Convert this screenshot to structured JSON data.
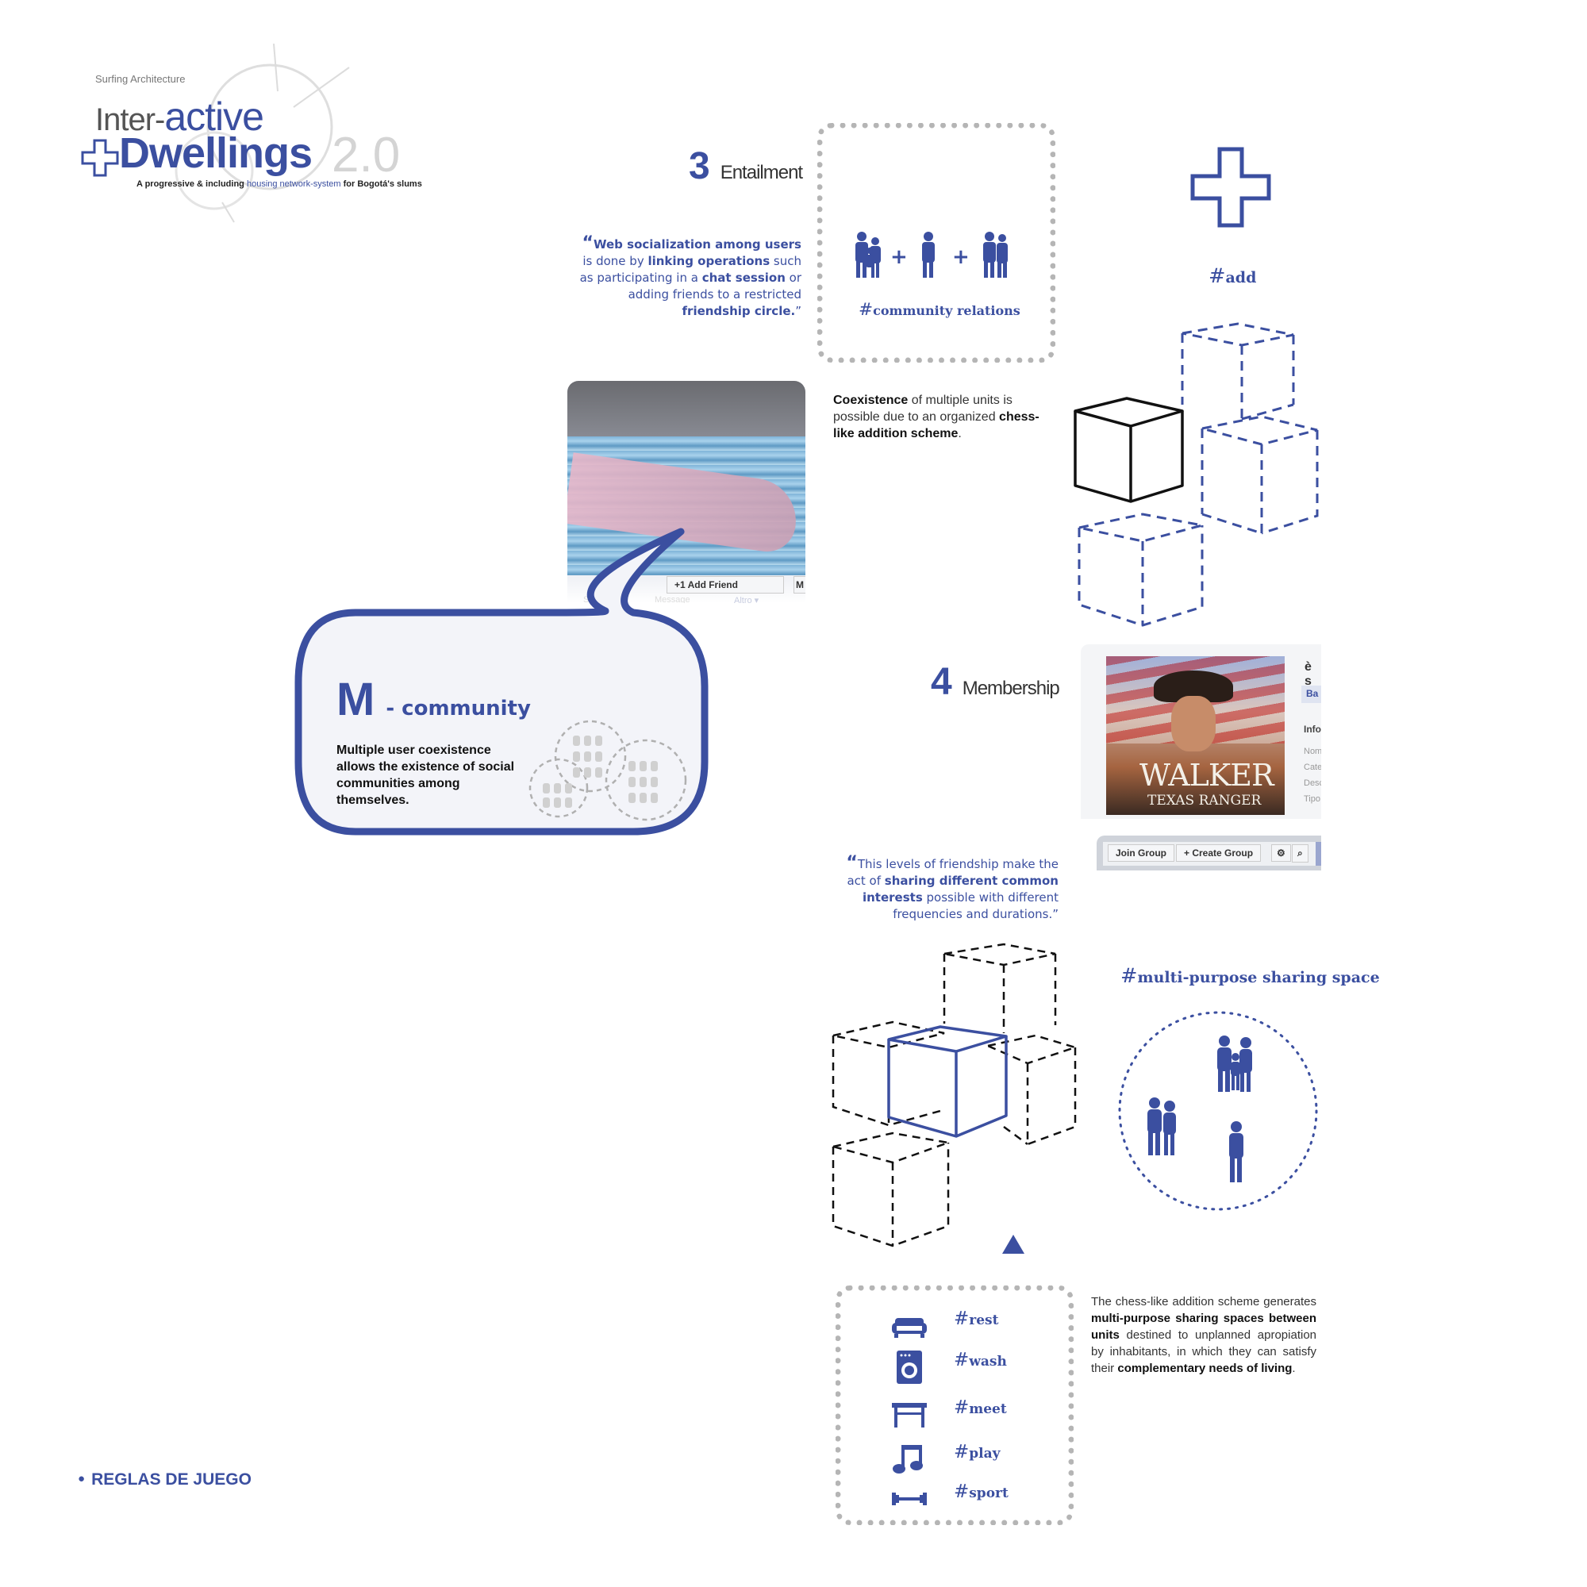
{
  "header": {
    "subtitle": "Surfing Architecture",
    "title_prefix": "Inter-",
    "title_accent": "active",
    "title_main": "Dwellings",
    "version": "2.0",
    "tagline_start": "A progressive & including",
    "tagline_highlight": "housing network-system",
    "tagline_end": "for Bogotá's slums"
  },
  "entailment": {
    "number": "3",
    "title": "Entailment",
    "quote_open": "“",
    "quote": [
      {
        "t": "Web socialization among users",
        "b": true
      },
      {
        "t": " is done by ",
        "b": false
      },
      {
        "t": "linking operations",
        "b": true
      },
      {
        "t": " such as participating in a ",
        "b": false
      },
      {
        "t": "chat session",
        "b": true
      },
      {
        "t": " or adding friends to a restricted ",
        "b": false
      },
      {
        "t": "friendship circle.",
        "b": true
      },
      {
        "t": "”",
        "b": false
      }
    ],
    "hash": "#",
    "relations_label": "community relations",
    "plus_symbol": "+",
    "add_label": "add"
  },
  "coexistence": {
    "parts": [
      {
        "t": "Coexistence",
        "b": true
      },
      {
        "t": " of multiple units is possible due to an organized ",
        "b": false
      },
      {
        "t": "chess-like addition scheme",
        "b": true
      },
      {
        "t": ".",
        "b": false
      }
    ]
  },
  "facebook_card": {
    "add_friend": "+1 Add Friend",
    "more": "M",
    "faded_1": "Send",
    "faded_2": "Message",
    "faded_3": "Altro ▾"
  },
  "m_community": {
    "letter": "M",
    "title": "- community",
    "text": "Multiple user coexistence allows the existence of social communities among themselves."
  },
  "membership": {
    "number": "4",
    "title": "Membership",
    "quote": [
      {
        "t": "This levels of friendship make the act of ",
        "b": false
      },
      {
        "t": "sharing different common interests",
        "b": true
      },
      {
        "t": " possible with different frequencies and durations.",
        "b": false
      },
      {
        "t": "”",
        "b": false
      }
    ],
    "group_card": {
      "poster_title": "WALKER",
      "poster_subtitle": "TEXAS RANGER",
      "side_title": "è s",
      "side_tab": "Ba",
      "info": "Info",
      "info_rows": [
        "Nom",
        "Cate",
        "Desc",
        "Tipo"
      ],
      "join_group": "Join Group",
      "create_group": "+ Create Group"
    }
  },
  "sharing_space": {
    "label": "multi-purpose sharing space"
  },
  "activities": [
    {
      "icon": "sofa-icon",
      "label": "rest"
    },
    {
      "icon": "washing-machine-icon",
      "label": "wash"
    },
    {
      "icon": "table-icon",
      "label": "meet"
    },
    {
      "icon": "music-note-icon",
      "label": "play"
    },
    {
      "icon": "dumbbell-icon",
      "label": "sport"
    }
  ],
  "chess_text": [
    {
      "t": "The chess-like addition scheme generates ",
      "b": false
    },
    {
      "t": "multi-purpose sharing spaces between units",
      "b": true
    },
    {
      "t": " destined to unplanned apropiation by inhabitants, in which they can satisfy their ",
      "b": false
    },
    {
      "t": "complementary needs of living",
      "b": true
    },
    {
      "t": ".",
      "b": false
    }
  ],
  "footer": {
    "bullet": "●",
    "label": "REGLAS DE JUEGO"
  },
  "colors": {
    "accent": "#3b4fa0",
    "dotted_gray": "#b5b5b5",
    "bubble_fill": "#f3f4f9"
  }
}
